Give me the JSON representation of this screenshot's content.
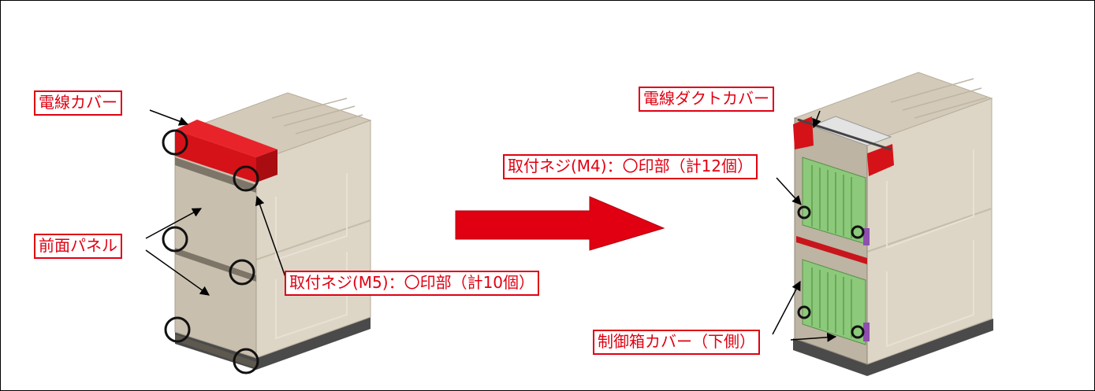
{
  "labels": {
    "wire_cover": "電線カバー",
    "front_panel": "前面パネル",
    "screws_m5": "取付ネジ(M5)：〇印部（計10個）",
    "wire_duct_cover": "電線ダクトカバー",
    "screws_m4": "取付ネジ(M4)：〇印部（計12個）",
    "control_box_cover": "制御箱カバー（下側）"
  },
  "colors": {
    "label_red": "#e00012",
    "arrow_red": "#e00012",
    "cabinet_face": "#c9bfae",
    "cabinet_side": "#ddd5c6",
    "cabinet_top": "#d3cab9",
    "board_green": "#8cc97a"
  }
}
